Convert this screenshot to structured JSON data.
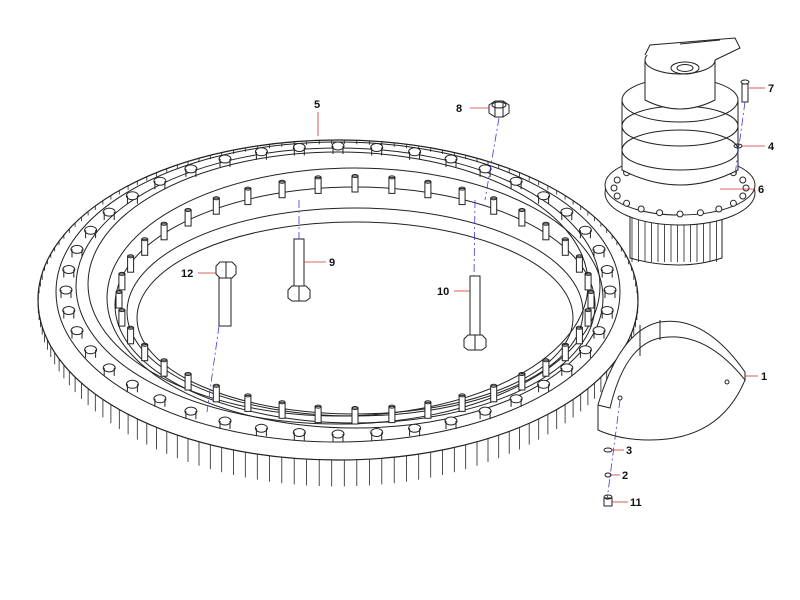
{
  "colors": {
    "line": "#222222",
    "leader": "#d33030",
    "axis": "#3b3bd6",
    "paper": "#ffffff"
  },
  "diagram": {
    "parts": [
      {
        "id": "slewing-ring",
        "callout": "5"
      },
      {
        "id": "nut",
        "callout": "8"
      },
      {
        "id": "stud-bolt-9",
        "callout": "9"
      },
      {
        "id": "stud-bolt-10",
        "callout": "10"
      },
      {
        "id": "stud-bolt-12",
        "callout": "12"
      },
      {
        "id": "swing-drive",
        "callout": "6"
      },
      {
        "id": "screw-7",
        "callout": "7"
      },
      {
        "id": "washer-4",
        "callout": "4"
      },
      {
        "id": "guard-plate",
        "callout": "1"
      },
      {
        "id": "washer-3",
        "callout": "3"
      },
      {
        "id": "washer-2",
        "callout": "2"
      },
      {
        "id": "screw-11",
        "callout": "11"
      }
    ]
  }
}
